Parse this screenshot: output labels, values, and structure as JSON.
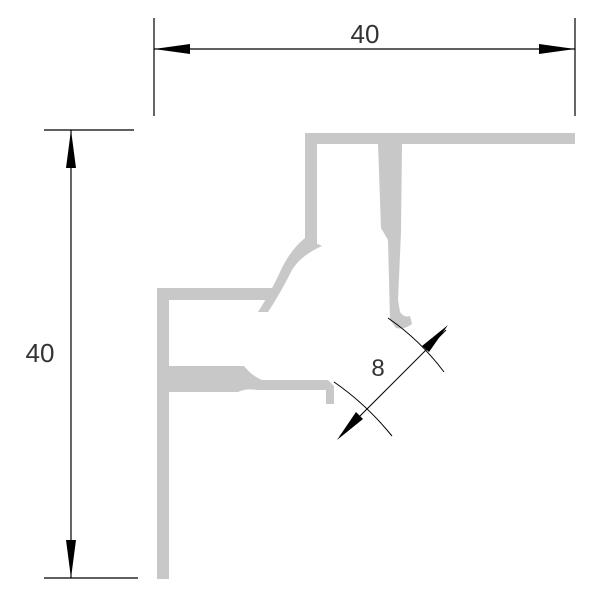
{
  "dimensions": {
    "width_label": "40",
    "height_label": "40",
    "gap_label": "8"
  },
  "colors": {
    "profile_fill": "#c8c8c8",
    "line": "#000000",
    "text": "#333333"
  }
}
